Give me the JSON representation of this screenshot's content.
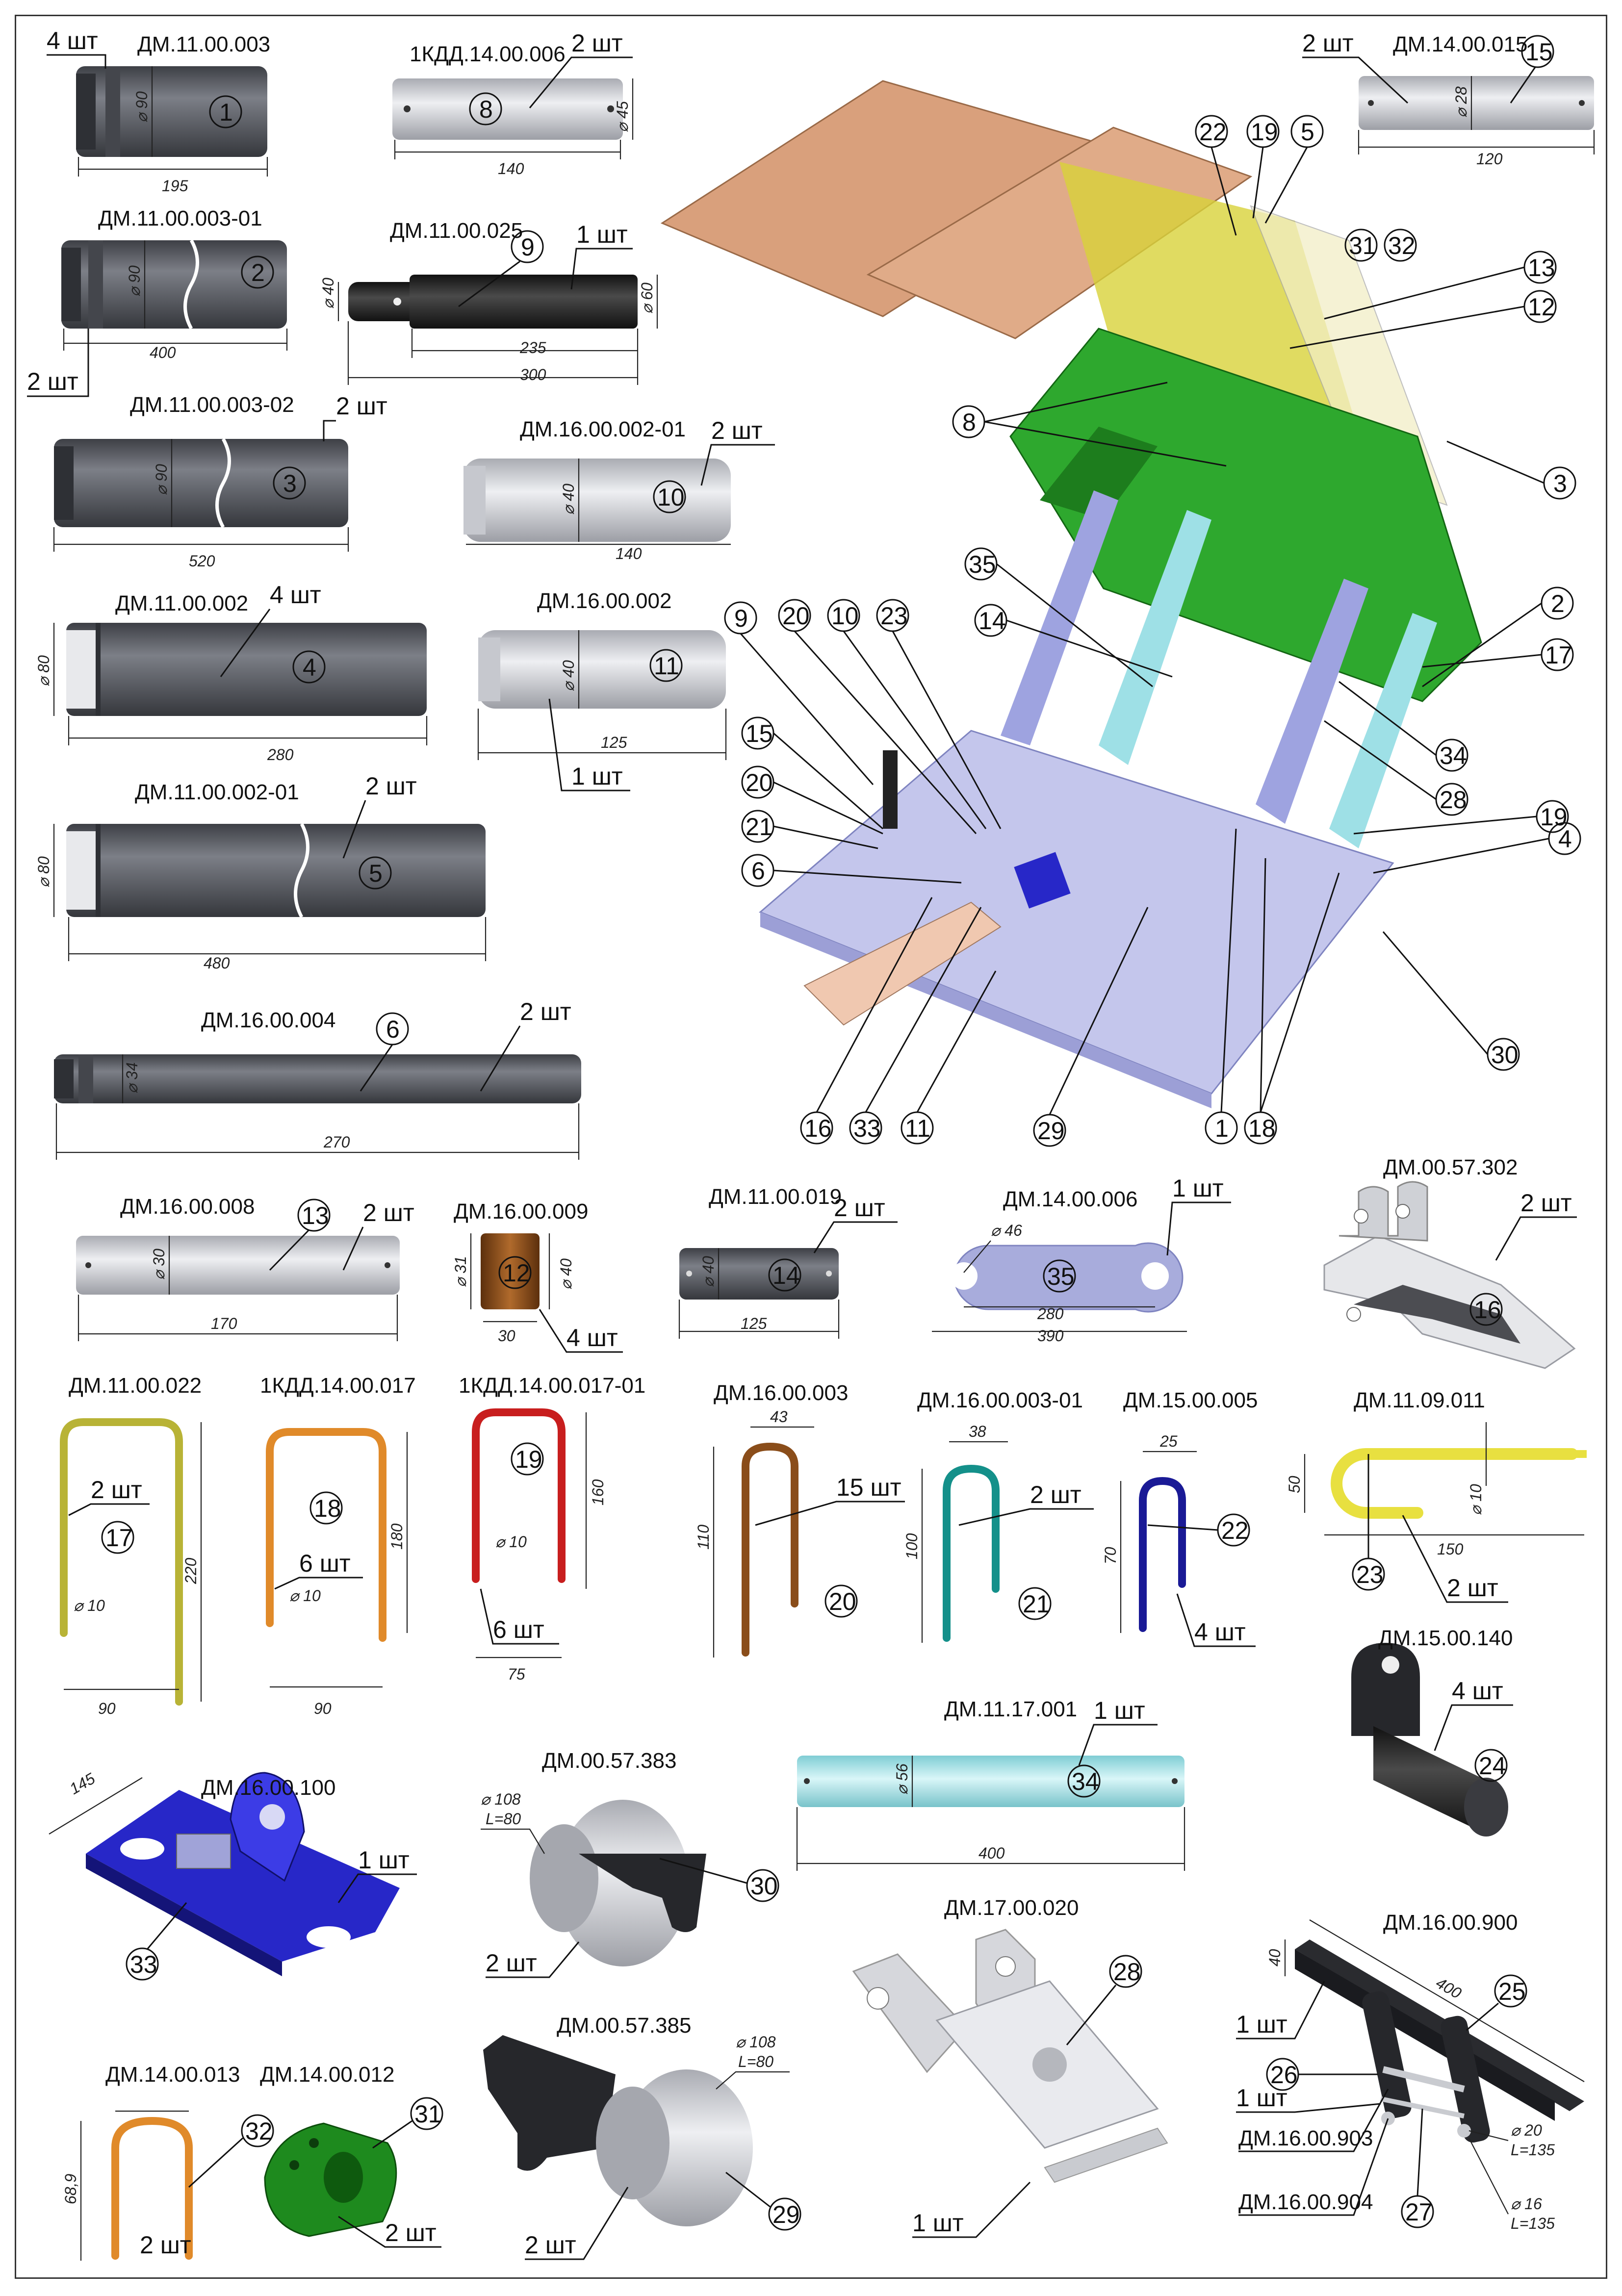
{
  "parts": {
    "p1": {
      "code": "ДМ.11.00.003",
      "qty": "4 шт",
      "num": "1",
      "dia": "⌀ 90",
      "len": "195"
    },
    "p2": {
      "code": "ДМ.11.00.003-01",
      "qty": "2 шт",
      "num": "2",
      "dia": "⌀ 90",
      "len": "400"
    },
    "p3": {
      "code": "ДМ.11.00.003-02",
      "qty": "2 шт",
      "num": "3",
      "dia": "⌀ 90",
      "len": "520"
    },
    "p4": {
      "code": "ДМ.11.00.002",
      "qty": "4 шт",
      "num": "4",
      "dia": "⌀ 80",
      "len": "280"
    },
    "p5": {
      "code": "ДМ.11.00.002-01",
      "qty": "2 шт",
      "num": "5",
      "dia": "⌀ 80",
      "len": "480"
    },
    "p6": {
      "code": "ДМ.16.00.004",
      "qty": "2 шт",
      "num": "6",
      "dia": "⌀ 34",
      "len": "270"
    },
    "p8": {
      "code": "1КДД.14.00.006",
      "qty": "2 шт",
      "num": "8",
      "dia": "⌀ 45",
      "len": "140"
    },
    "p9": {
      "code": "ДМ.11.00.025",
      "qty": "1 шт",
      "num": "9",
      "dia1": "⌀ 40",
      "dia2": "⌀ 60",
      "len1": "235",
      "len2": "300"
    },
    "p10": {
      "code": "ДМ.16.00.002-01",
      "qty": "2 шт",
      "num": "10",
      "dia": "⌀ 40",
      "len": "140"
    },
    "p11": {
      "code": "ДМ.16.00.002",
      "qty": "1 шт",
      "num": "11",
      "dia": "⌀ 40",
      "len": "125"
    },
    "p15": {
      "code": "ДМ.14.00.015",
      "qty": "2 шт",
      "num": "15",
      "dia": "⌀ 28",
      "len": "120"
    },
    "p13": {
      "code": "ДМ.16.00.008",
      "qty": "2 шт",
      "num": "13",
      "dia": "⌀ 30",
      "len": "170"
    },
    "p12": {
      "code": "ДМ.16.00.009",
      "qty": "4 шт",
      "num": "12",
      "dia1": "⌀ 31",
      "dia2": "⌀ 40",
      "len": "30"
    },
    "p14": {
      "code": "ДМ.11.00.019",
      "qty": "2 шт",
      "num": "14",
      "dia": "⌀ 40",
      "len": "125"
    },
    "p35": {
      "code": "ДМ.14.00.006",
      "qty": "1 шт",
      "num": "35",
      "dia": "⌀ 46",
      "len1": "280",
      "len2": "390"
    },
    "p16": {
      "code": "ДМ.00.57.302",
      "qty": "2 шт",
      "num": "16"
    },
    "p17": {
      "code": "ДМ.11.00.022",
      "qty": "2 шт",
      "num": "17",
      "dia": "⌀ 10",
      "h": "220",
      "w": "90"
    },
    "p18": {
      "code": "1КДД.14.00.017",
      "qty": "6 шт",
      "num": "18",
      "dia": "⌀ 10",
      "h": "180",
      "w": "90"
    },
    "p19": {
      "code": "1КДД.14.00.017-01",
      "qty": "6 шт",
      "num": "19",
      "dia": "⌀ 10",
      "h": "160",
      "w": "75"
    },
    "p20": {
      "code": "ДМ.16.00.003",
      "qty": "15 шт",
      "num": "20",
      "h": "110",
      "w": "43"
    },
    "p21": {
      "code": "ДМ.16.00.003-01",
      "qty": "2 шт",
      "num": "21",
      "h": "100",
      "w": "38"
    },
    "p22": {
      "code": "ДМ.15.00.005",
      "qty": "4 шт",
      "num": "22",
      "h": "70",
      "w": "25"
    },
    "p23": {
      "code": "ДМ.11.09.011",
      "qty": "2 шт",
      "num": "23",
      "dia": "⌀ 10",
      "h": "50",
      "w": "150"
    },
    "p24": {
      "code": "ДМ.15.00.140",
      "qty": "4 шт",
      "num": "24"
    },
    "p33": {
      "code": "ДМ.16.00.100",
      "qty": "1 шт",
      "num": "33",
      "w": "145"
    },
    "p30": {
      "code": "ДМ.00.57.383",
      "qty": "2 шт",
      "num": "30",
      "dia": "⌀ 108",
      "l": "L=80"
    },
    "p34": {
      "code": "ДМ.11.17.001",
      "qty": "1 шт",
      "num": "34",
      "dia": "⌀ 56",
      "len": "400"
    },
    "p28": {
      "code": "ДМ.17.00.020",
      "qty": "1 шт",
      "num": "28"
    },
    "p25": {
      "code": "ДМ.16.00.900",
      "qty1": "1 шт",
      "qty2": "1 шт",
      "num25": "25",
      "num26": "26",
      "num27": "27",
      "sub1": "ДМ.16.00.903",
      "sub2": "ДМ.16.00.904",
      "h": "40",
      "len": "400",
      "d1": "⌀ 20",
      "l1": "L=135",
      "d2": "⌀ 16",
      "l2": "L=135"
    },
    "p32": {
      "code": "ДМ.14.00.013",
      "qty": "2 шт",
      "num": "32",
      "h": "68,9"
    },
    "p31": {
      "code": "ДМ.14.00.012",
      "qty": "2 шт",
      "num": "31"
    },
    "p29": {
      "code": "ДМ.00.57.385",
      "qty": "2 шт",
      "num": "29",
      "dia": "⌀ 108",
      "l": "L=80"
    }
  },
  "assembly": {
    "callouts": [
      "22",
      "19",
      "5",
      "31",
      "32",
      "13",
      "12",
      "8",
      "3",
      "35",
      "2",
      "17",
      "9",
      "20",
      "10",
      "23",
      "14",
      "15",
      "20",
      "21",
      "6",
      "34",
      "28",
      "19",
      "4",
      "30",
      "16",
      "33",
      "11",
      "29",
      "1",
      "18"
    ]
  },
  "colors": {
    "steel": "#5b5d63",
    "light_steel": "#c9cbd0",
    "green": "#2ea82e",
    "tan": "#d9a07c",
    "yellow": "#d8d23a",
    "purple": "#a8acdc",
    "cyan": "#9ee0e6",
    "blue": "#2727c8",
    "orange": "#e08a2a",
    "red": "#c81e1e",
    "brown": "#8a4d1a",
    "teal": "#14908a",
    "navy": "#1a1a96",
    "dark": "#26272b"
  }
}
